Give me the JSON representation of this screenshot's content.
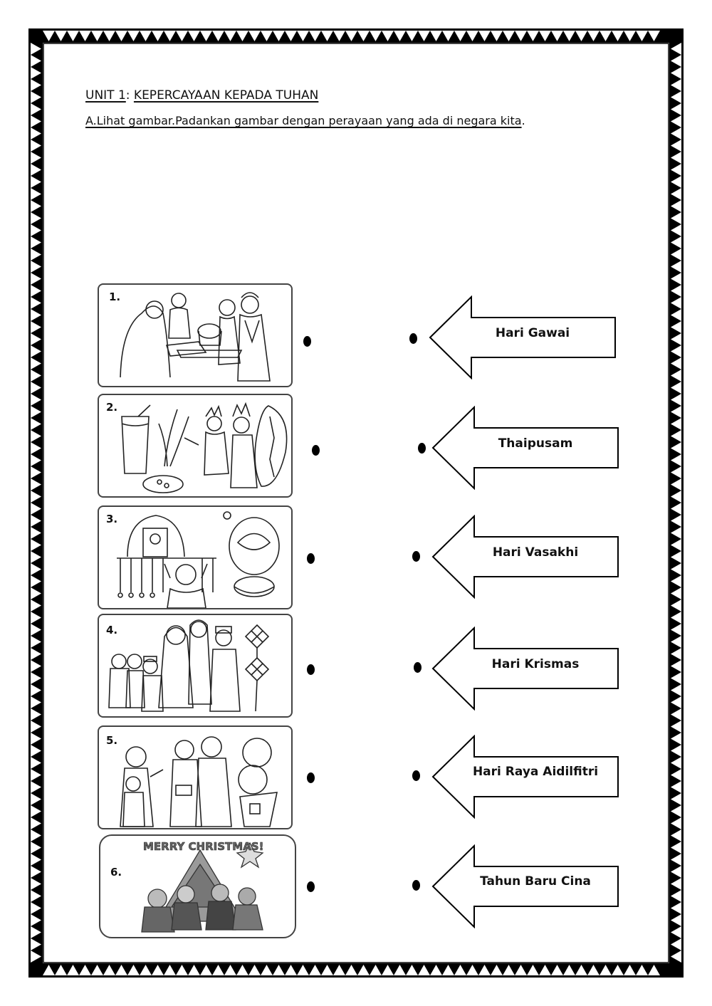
{
  "header": {
    "unit_label": "UNIT 1",
    "unit_colon": ": ",
    "unit_title": "KEPERCAYAAN KEPADA TUHAN",
    "instruction": "A.Lihat gambar.Padankan gambar dengan perayaan yang ada di negara kita",
    "instruction_end": "."
  },
  "pictures": [
    {
      "number": "1.",
      "icon": "hari-raya-family-scene"
    },
    {
      "number": "2.",
      "icon": "gawai-dancers-scene"
    },
    {
      "number": "3.",
      "icon": "thaipusam-kavadi-scene"
    },
    {
      "number": "4.",
      "icon": "hari-raya-ketupat-scene"
    },
    {
      "number": "5.",
      "icon": "chinese-new-year-family-scene"
    },
    {
      "number": "6.",
      "icon": "christmas-scene",
      "caption": "MERRY CHRISTMAS!"
    }
  ],
  "celebrations": [
    {
      "label": "Hari Gawai"
    },
    {
      "label": "Thaipusam"
    },
    {
      "label": "Hari Vasakhi"
    },
    {
      "label": "Hari Krismas"
    },
    {
      "label": "Hari Raya Aidilfitri"
    },
    {
      "label": "Tahun Baru Cina"
    }
  ],
  "colors": {
    "ink": "#111111",
    "border": "#000000",
    "paper": "#ffffff"
  }
}
